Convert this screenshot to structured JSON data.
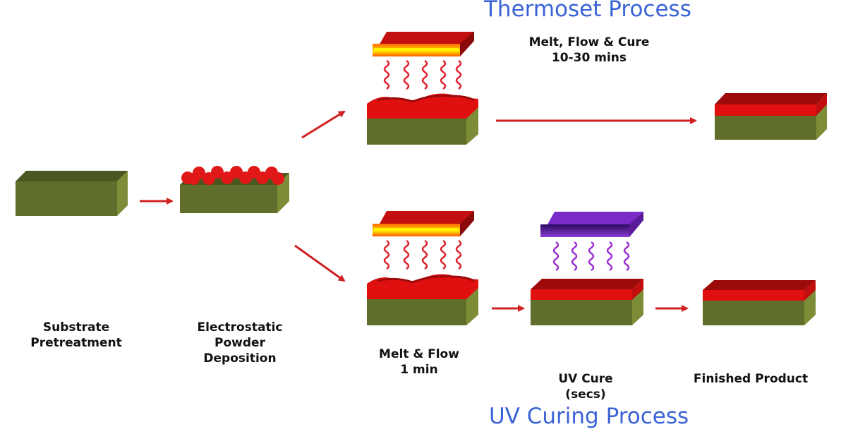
{
  "titles": {
    "thermoset": "Thermoset Process",
    "uv": "UV Curing Process"
  },
  "labels": {
    "substrate_pretreatment": "Substrate\nPretreatment",
    "electrostatic_deposition": "Electrostatic\nPowder\nDeposition",
    "thermoset_melt_flow_cure": "Melt, Flow & Cure\n10-30 mins",
    "uv_melt_flow": "Melt & Flow\n1 min",
    "uv_cure": "UV Cure\n(secs)",
    "finished_product": "Finished Product"
  },
  "colors": {
    "substrate_front": "#5f6e2a",
    "substrate_top": "#4b5720",
    "substrate_side": "#7d8c36",
    "coating_red": "#e01010",
    "coating_dark": "#9c0a0a",
    "heater_top": "#c20f0f",
    "heater_glow": "#ff9a00",
    "heater_core": "#ffe600",
    "uv_lamp": "#7a2bc8",
    "uv_lamp_light": "#b35cf0",
    "heat_wave": "#e0202a",
    "uv_wave": "#9b30d0",
    "arrow": "#d02020",
    "title_blue": "#3a63d6"
  }
}
